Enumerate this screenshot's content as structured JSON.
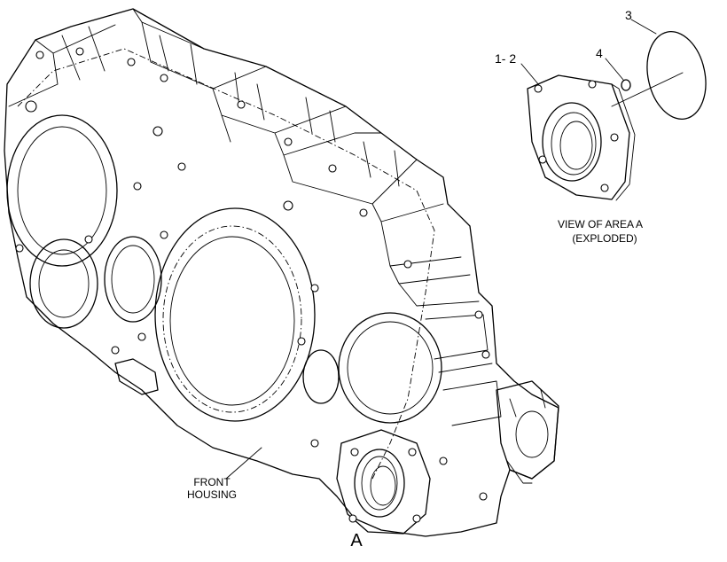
{
  "labels": {
    "callout_1_2": "1- 2",
    "callout_3": "3",
    "callout_4": "4",
    "view_line1": "VIEW OF AREA  A",
    "view_line2": "(EXPLODED)",
    "front_line1": "FRONT",
    "front_line2": "HOUSING",
    "area_letter": "A"
  }
}
